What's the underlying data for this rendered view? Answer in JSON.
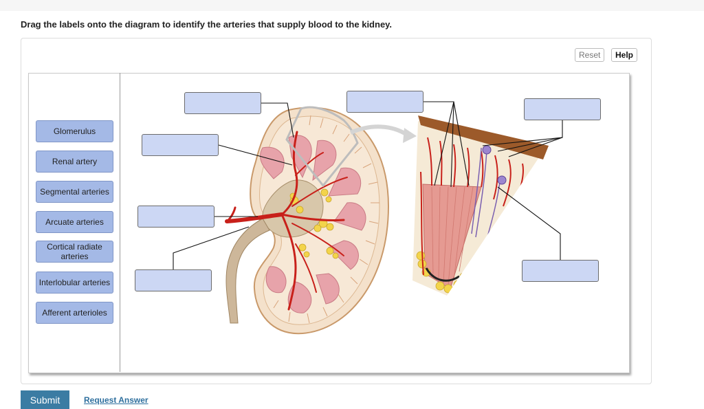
{
  "instruction": "Drag the labels onto the diagram to identify the arteries that supply blood to the kidney.",
  "toolbar": {
    "reset_label": "Reset",
    "help_label": "Help"
  },
  "labels": [
    "Glomerulus",
    "Renal artery",
    "Segmental arteries",
    "Arcuate arteries",
    "Cortical radiate arteries",
    "Interlobular arteries",
    "Afferent arterioles"
  ],
  "footer": {
    "submit_label": "Submit",
    "request_label": "Request Answer"
  },
  "colors": {
    "tile": "#a4b9e6",
    "target": "#ccd7f4",
    "submit": "#3b7ca3",
    "artery": "#c8201a",
    "link": "#2e6f9e"
  }
}
